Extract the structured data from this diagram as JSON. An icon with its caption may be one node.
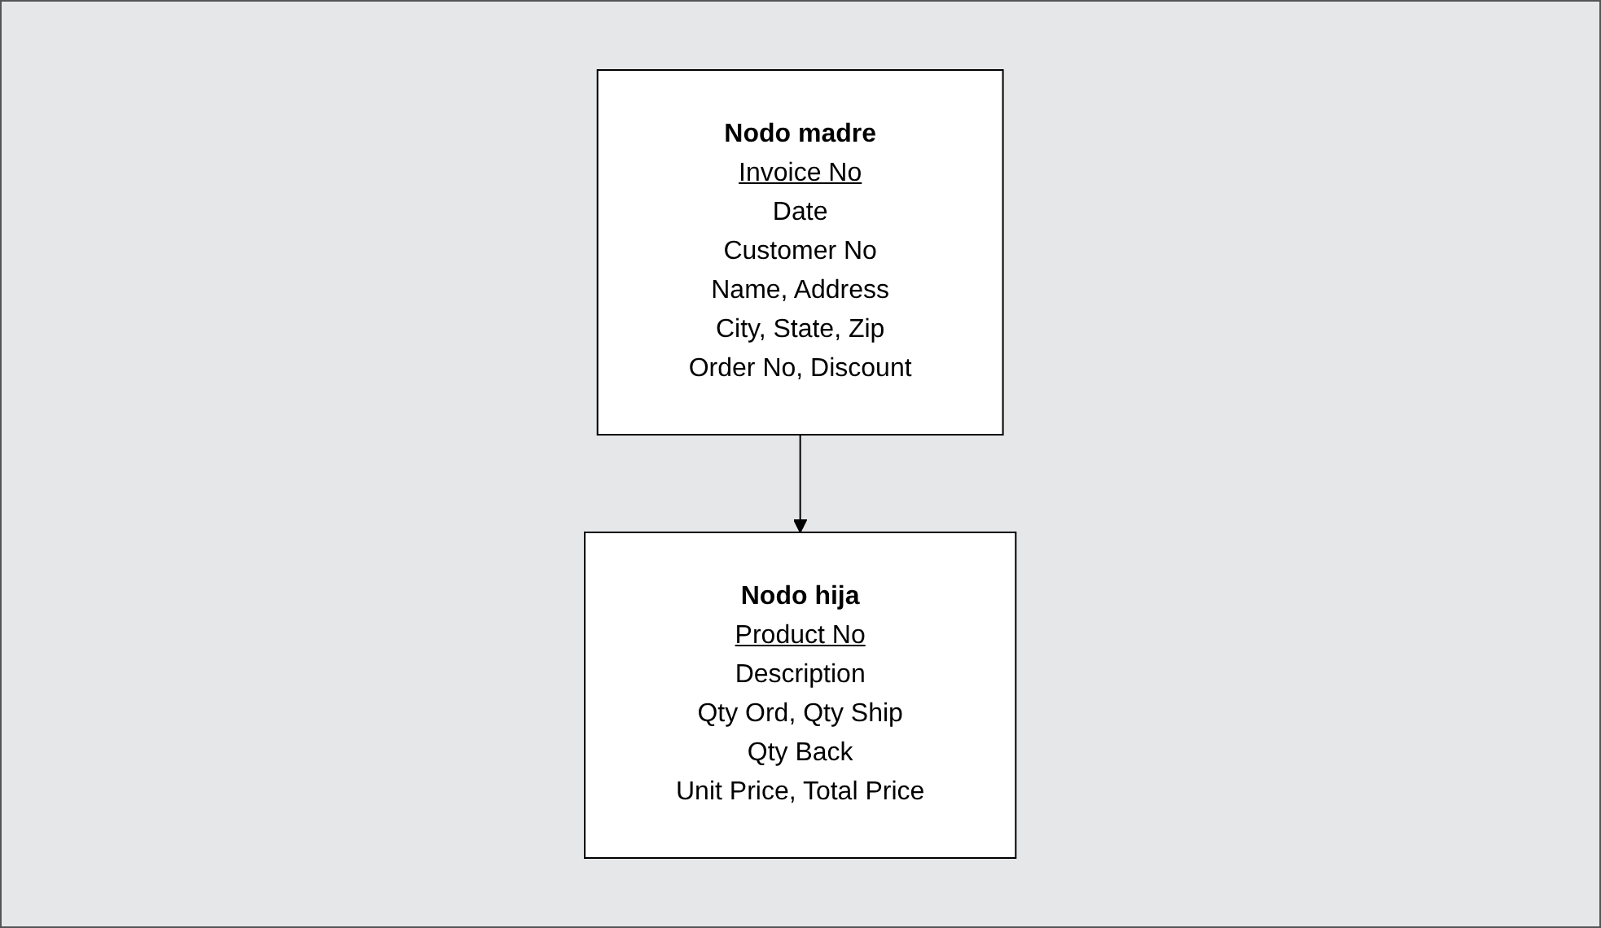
{
  "diagram": {
    "nodes": [
      {
        "text": [
          "Nodo madre",
          "Invoice No",
          "Date",
          "Customer No",
          "Name, Address",
          "City, State, Zip",
          "Order No, Discount"
        ]
      },
      {
        "text": [
          "Nodo hija",
          "Product No",
          "Description",
          "Qty Ord, Qty Ship",
          "Qty Back",
          "Unit Price, Total Price"
        ]
      }
    ],
    "edges": [
      {
        "from": 0,
        "to": 1,
        "arrow": "to"
      }
    ]
  }
}
